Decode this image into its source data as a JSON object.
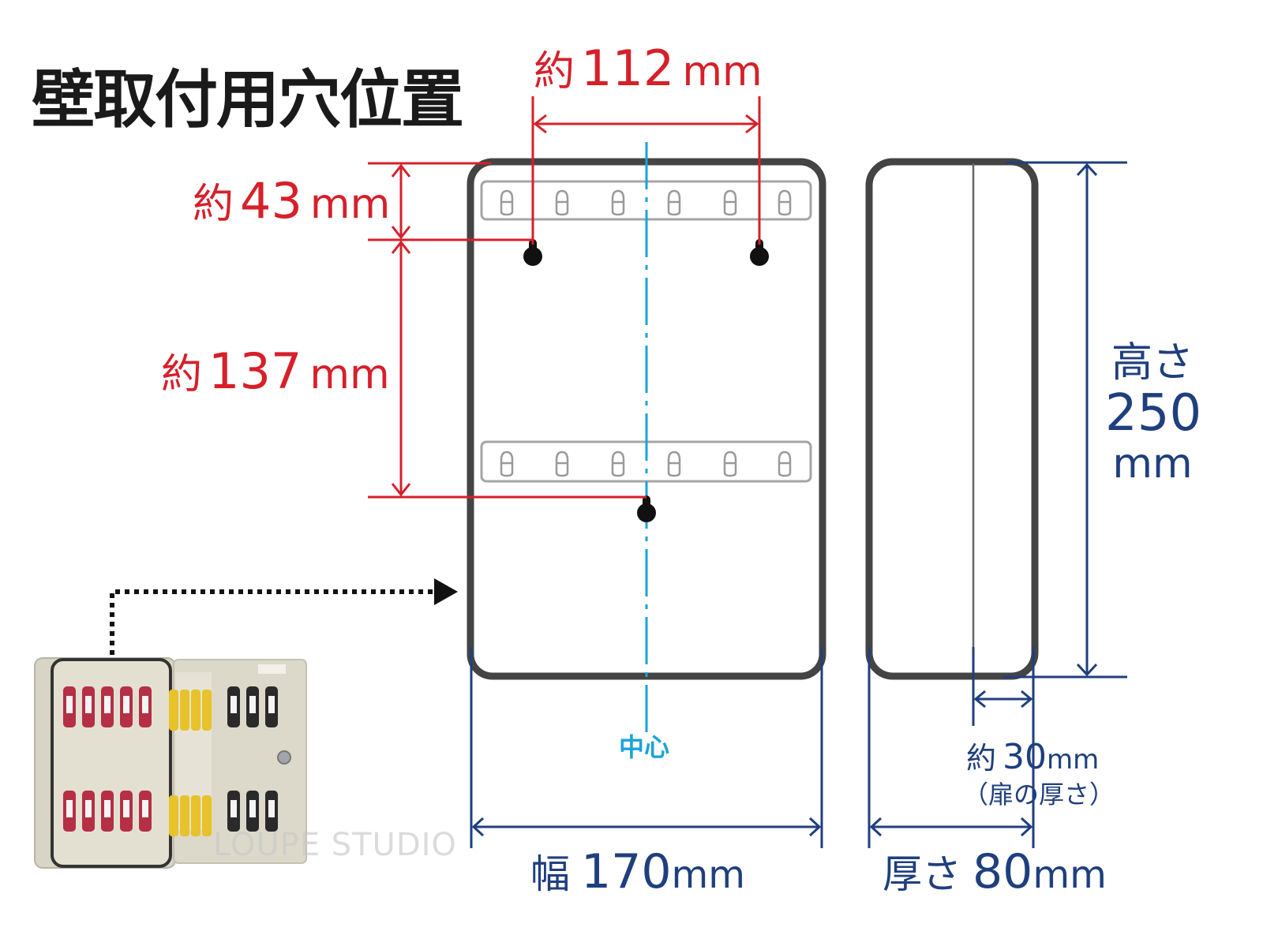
{
  "title": "壁取付用穴位置",
  "dimensions": {
    "hole_spacing_horizontal": {
      "prefix": "約",
      "value": "112",
      "unit": "mm",
      "color": "#d6202a"
    },
    "top_to_hole": {
      "prefix": "約",
      "value": "43",
      "unit": "mm",
      "color": "#d6202a"
    },
    "hole_spacing_vertical": {
      "prefix": "約",
      "value": "137",
      "unit": "mm",
      "color": "#d6202a"
    },
    "height": {
      "label": "高さ",
      "value": "250",
      "unit": "mm",
      "color": "#1f3f7e"
    },
    "width": {
      "label": "幅",
      "value": "170",
      "unit": "mm",
      "color": "#1f3f7e"
    },
    "depth": {
      "label": "厚さ",
      "value": "80",
      "unit": "mm",
      "color": "#1f3f7e"
    },
    "door_thickness": {
      "prefix": "約",
      "value": "30",
      "unit": "mm",
      "note": "（扉の厚さ）",
      "color": "#1f3f7e"
    }
  },
  "center_label": "中心",
  "center_color": "#1aa3d9",
  "photo": {
    "description": "open key cabinet",
    "watermark": "LOUPE STUDIO",
    "tag_colors": [
      "#b52f45",
      "#e8c22a",
      "#2a2a2a"
    ]
  },
  "icons": {
    "keyhole": "keyhole-mounting-hole-icon",
    "hook": "key-hook-icon",
    "arrow": "dotted-arrow-icon"
  }
}
